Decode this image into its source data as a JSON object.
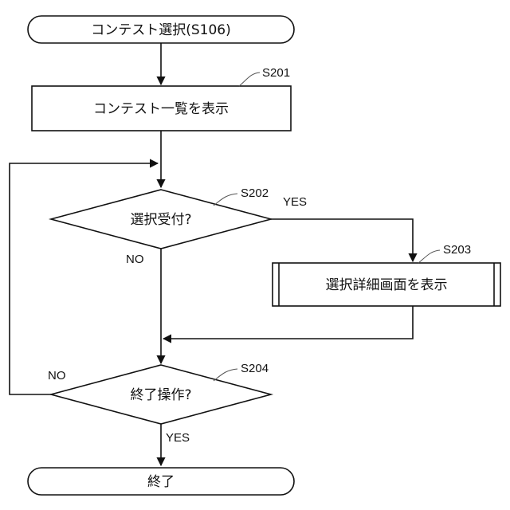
{
  "nodes": {
    "start": {
      "text": "コンテスト選択(S106)"
    },
    "s201": {
      "text": "コンテスト一覧を表示",
      "step": "S201"
    },
    "s202": {
      "text": "選択受付?",
      "step": "S202"
    },
    "s203": {
      "text": "選択詳細画面を表示",
      "step": "S203"
    },
    "s204": {
      "text": "終了操作?",
      "step": "S204"
    },
    "end": {
      "text": "終了"
    }
  },
  "branches": {
    "s202_yes": "YES",
    "s202_no": "NO",
    "s204_no": "NO",
    "s204_yes": "YES"
  },
  "colors": {
    "stroke": "#111111",
    "fill": "#ffffff"
  }
}
